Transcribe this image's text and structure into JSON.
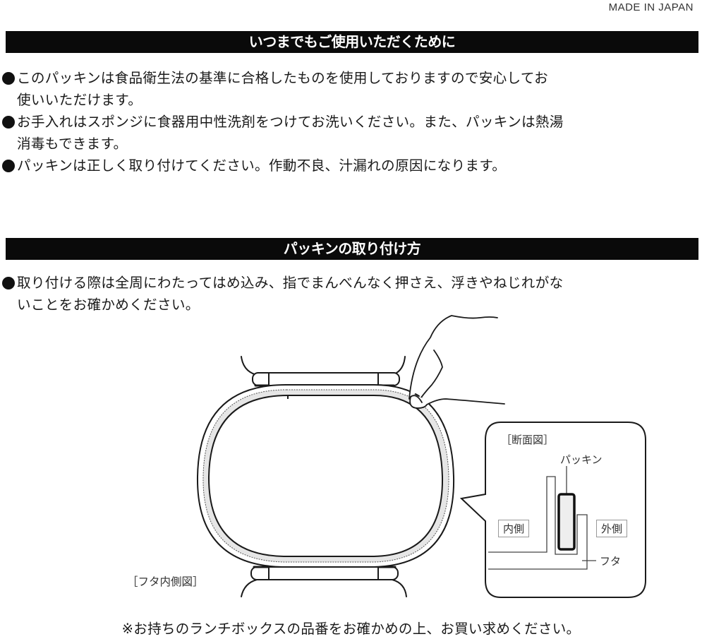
{
  "header": {
    "origin": "MADE IN JAPAN"
  },
  "section1": {
    "title": "いつまでもご使用いただくために",
    "items": [
      {
        "line1": "このパッキンは食品衛生法の基準に合格したものを使用しておりますので安心してお",
        "line2": "使いいただけます。"
      },
      {
        "line1": "お手入れはスポンジに食器用中性洗剤をつけてお洗いください。また、パッキンは熱湯",
        "line2": "消毒もできます。"
      },
      {
        "line1": "パッキンは正しく取り付けてください。作動不良、汁漏れの原因になります。",
        "line2": ""
      }
    ]
  },
  "section2": {
    "title": "パッキンの取り付け方",
    "items": [
      {
        "line1": "取り付ける際は全周にわたってはめ込み、指でまんべんなく押さえ、浮きやねじれがな",
        "line2": "いことをお確かめください。"
      }
    ]
  },
  "diagram": {
    "lid_label": "［フタ内側図］",
    "cross_section": {
      "title": "［断面図］",
      "packing_label": "パッキン",
      "inner_label": "内側",
      "outer_label": "外側",
      "lid_part_label": "フタ"
    },
    "colors": {
      "line": "#1a1a1a",
      "gasket_fill": "#e6e6e6"
    }
  },
  "footer": {
    "note": "※お持ちのランチボックスの品番をお確かめの上、お買い求めください。"
  }
}
